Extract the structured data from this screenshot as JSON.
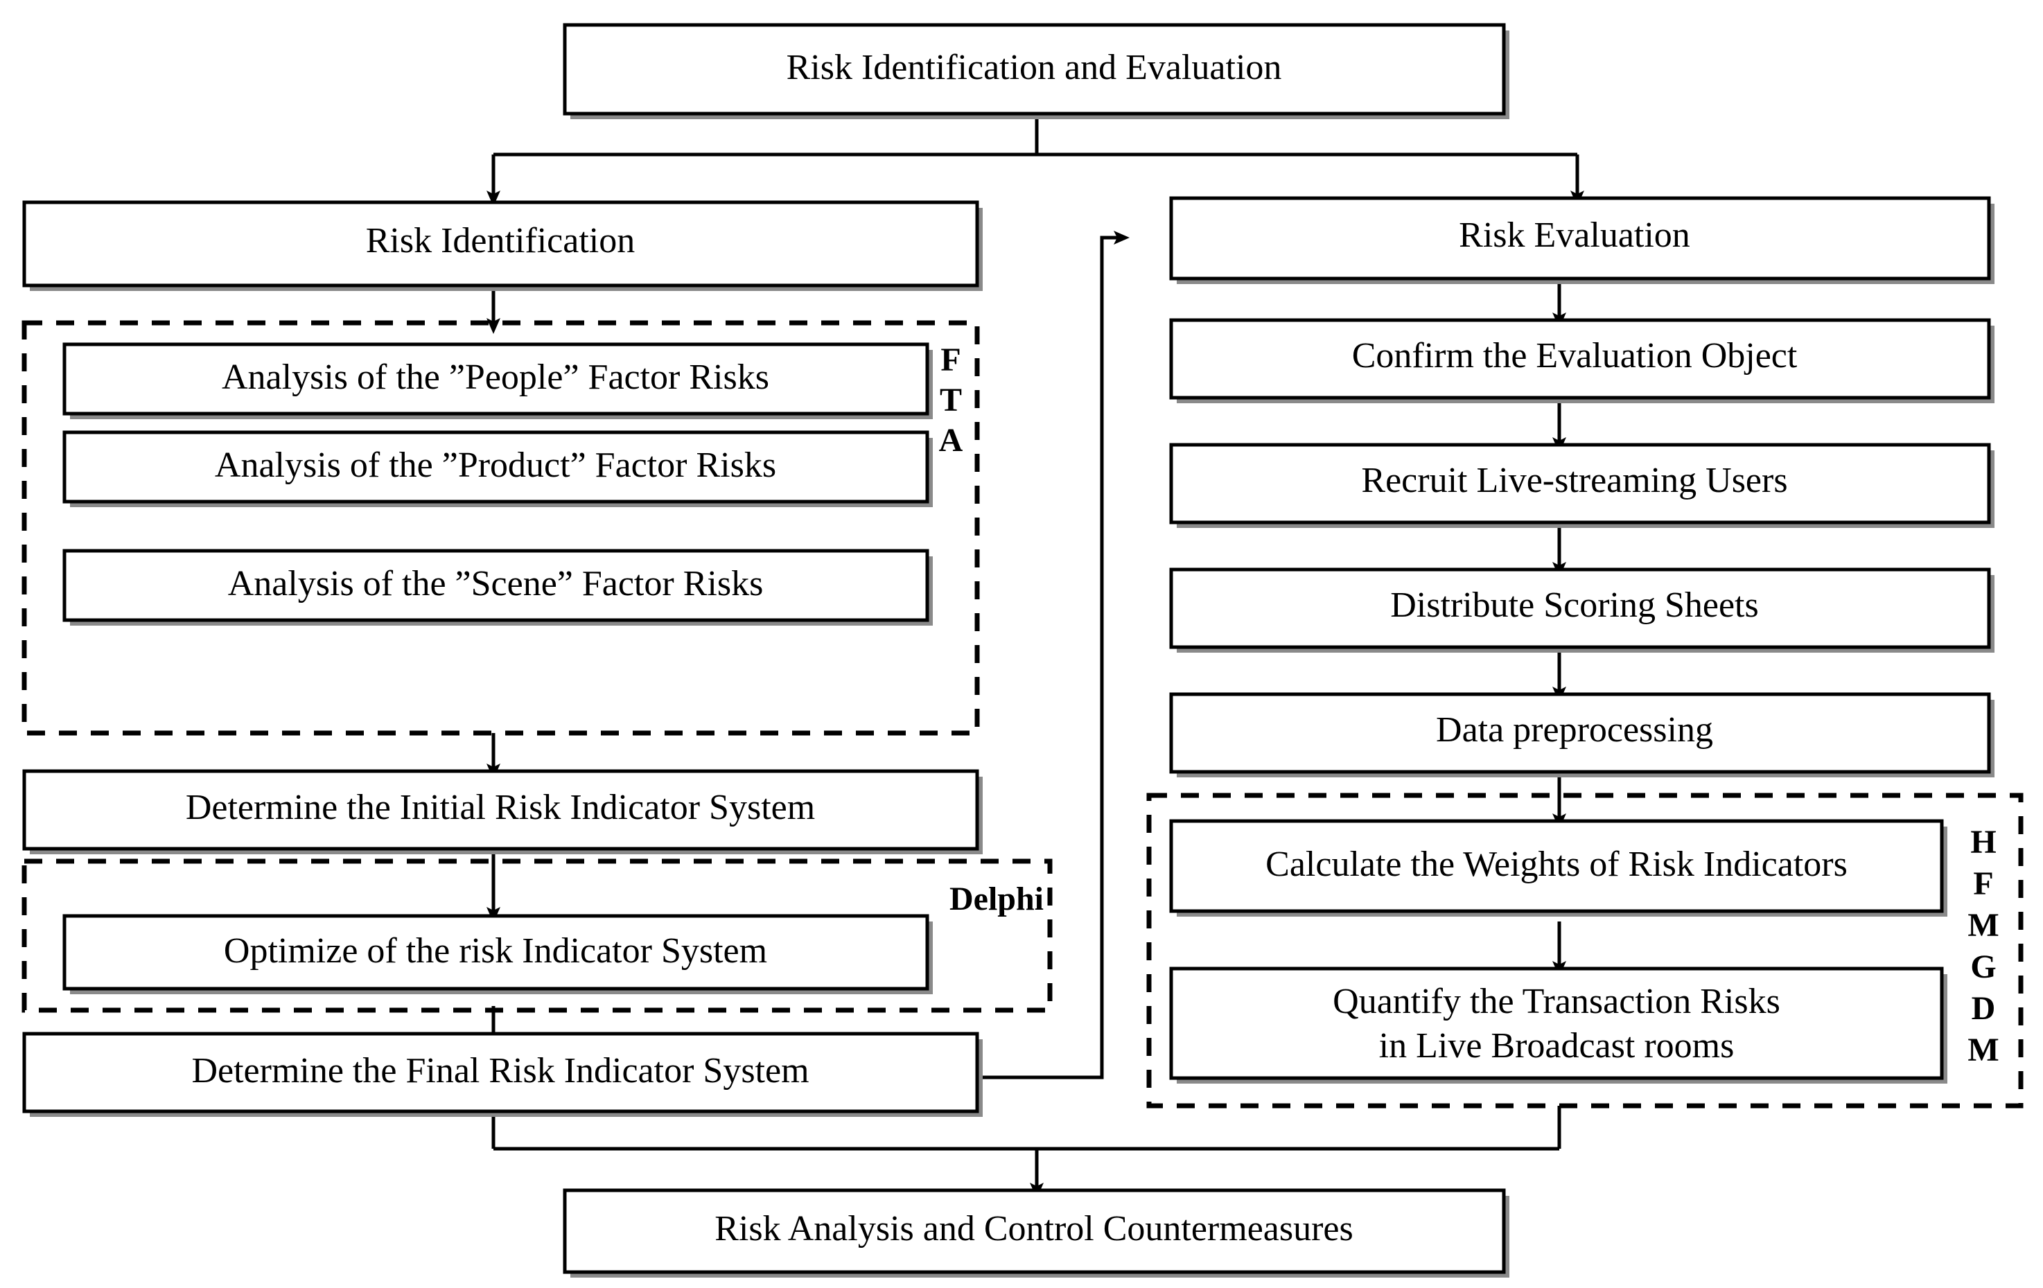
{
  "diagram": {
    "title": "Risk Identification and Evaluation",
    "root": {
      "label": "Risk Identification and Evaluation"
    },
    "left_branch": {
      "header": "Risk Identification",
      "fta_group": {
        "label": "FTA",
        "letters": [
          "F",
          "T",
          "A"
        ],
        "items": [
          "Analysis of the ”People” Factor Risks",
          "Analysis of the ”Product” Factor Risks",
          "Analysis of the ”Scene” Factor Risks"
        ]
      },
      "initial_system": "Determine the Initial Risk Indicator System",
      "delphi_group": {
        "label": "Delphi",
        "items": [
          "Optimize of the risk Indicator System"
        ]
      },
      "final_system": "Determine the Final Risk Indicator System"
    },
    "right_branch": {
      "header": "Risk Evaluation",
      "steps": [
        "Confirm the Evaluation Object",
        "Recruit Live-streaming Users",
        "Distribute Scoring Sheets",
        "Data preprocessing"
      ],
      "hfmgdm_group": {
        "label": "HFMGDM",
        "letters": [
          "H",
          "F",
          "M",
          "G",
          "D",
          "M"
        ],
        "items": [
          {
            "line1": "Calculate the Weights of Risk Indicators",
            "line2": ""
          },
          {
            "line1": "Quantify the Transaction Risks",
            "line2": "in Live Broadcast rooms"
          }
        ]
      }
    },
    "footer": {
      "label": "Risk Analysis and Control Countermeasures"
    },
    "colors": {
      "stroke": "#000000",
      "fill": "#ffffff",
      "shadow": "#8a8a8a",
      "background": "#ffffff"
    }
  }
}
